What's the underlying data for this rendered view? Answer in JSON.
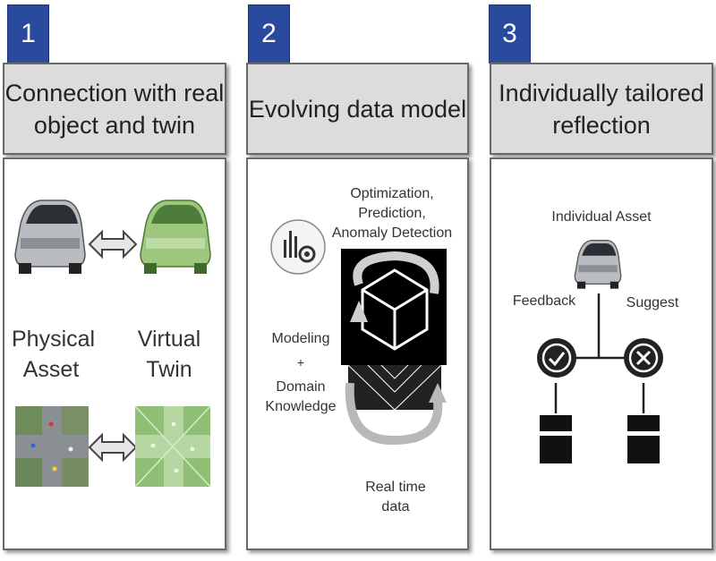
{
  "panels": [
    {
      "number": "1",
      "title": "Connection with real\nobject and twin"
    },
    {
      "number": "2",
      "title": "Evolving data model"
    },
    {
      "number": "3",
      "title": "Individually tailored\nreflection"
    }
  ],
  "panel1": {
    "physical": "Physical\nAsset",
    "virtual": "Virtual\nTwin"
  },
  "panel2": {
    "outputs": "Optimization, Prediction,\nAnomaly Detection",
    "modeling": "Modeling",
    "plus": "+",
    "domain": "Domain\nKnowledge",
    "realtime": "Real time\ndata"
  },
  "panel3": {
    "asset": "Individual Asset",
    "feedback": "Feedback",
    "suggest": "Suggest"
  },
  "colors": {
    "badge": "#2a4a9e",
    "header_bg": "#dcdcdc",
    "twin_green": "#7bb35a"
  }
}
